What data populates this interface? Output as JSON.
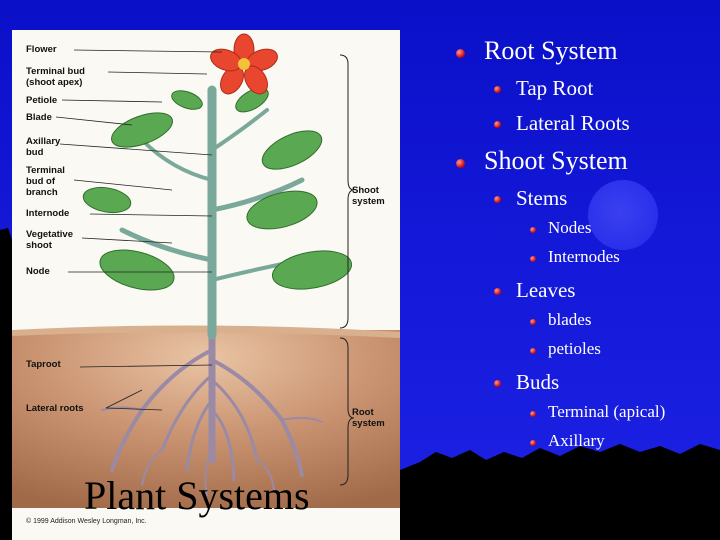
{
  "figure_labels": {
    "flower": "Flower",
    "terminal_bud": "Terminal bud\n(shoot apex)",
    "petiole": "Petiole",
    "blade": "Blade",
    "axillary_bud": "Axillary\nbud",
    "terminal_bud_branch": "Terminal\nbud of\nbranch",
    "internode": "Internode",
    "vegetative_shoot": "Vegetative\nshoot",
    "node": "Node",
    "taproot": "Taproot",
    "lateral_roots": "Lateral roots",
    "shoot_system": "Shoot\nsystem",
    "root_system": "Root\nsystem",
    "copyright": "© 1999 Addison Wesley Longman, Inc."
  },
  "slide_title": "Plant Systems",
  "outline": {
    "root_system": "Root System",
    "tap_root": "Tap Root",
    "lateral_roots": "Lateral Roots",
    "shoot_system": "Shoot System",
    "stems": "Stems",
    "nodes": "Nodes",
    "internodes": "Internodes",
    "leaves": "Leaves",
    "blades": "blades",
    "petioles": "petioles",
    "buds": "Buds",
    "terminal": "Terminal (apical)",
    "axillary": "Axillary"
  },
  "colors": {
    "background": "#1418d8",
    "bullet": "#c40000",
    "leaf": "#5aa852",
    "stem": "#7aa89a",
    "root": "#9a8aa6",
    "soil": "#b57e56",
    "flower": "#e8462e"
  }
}
